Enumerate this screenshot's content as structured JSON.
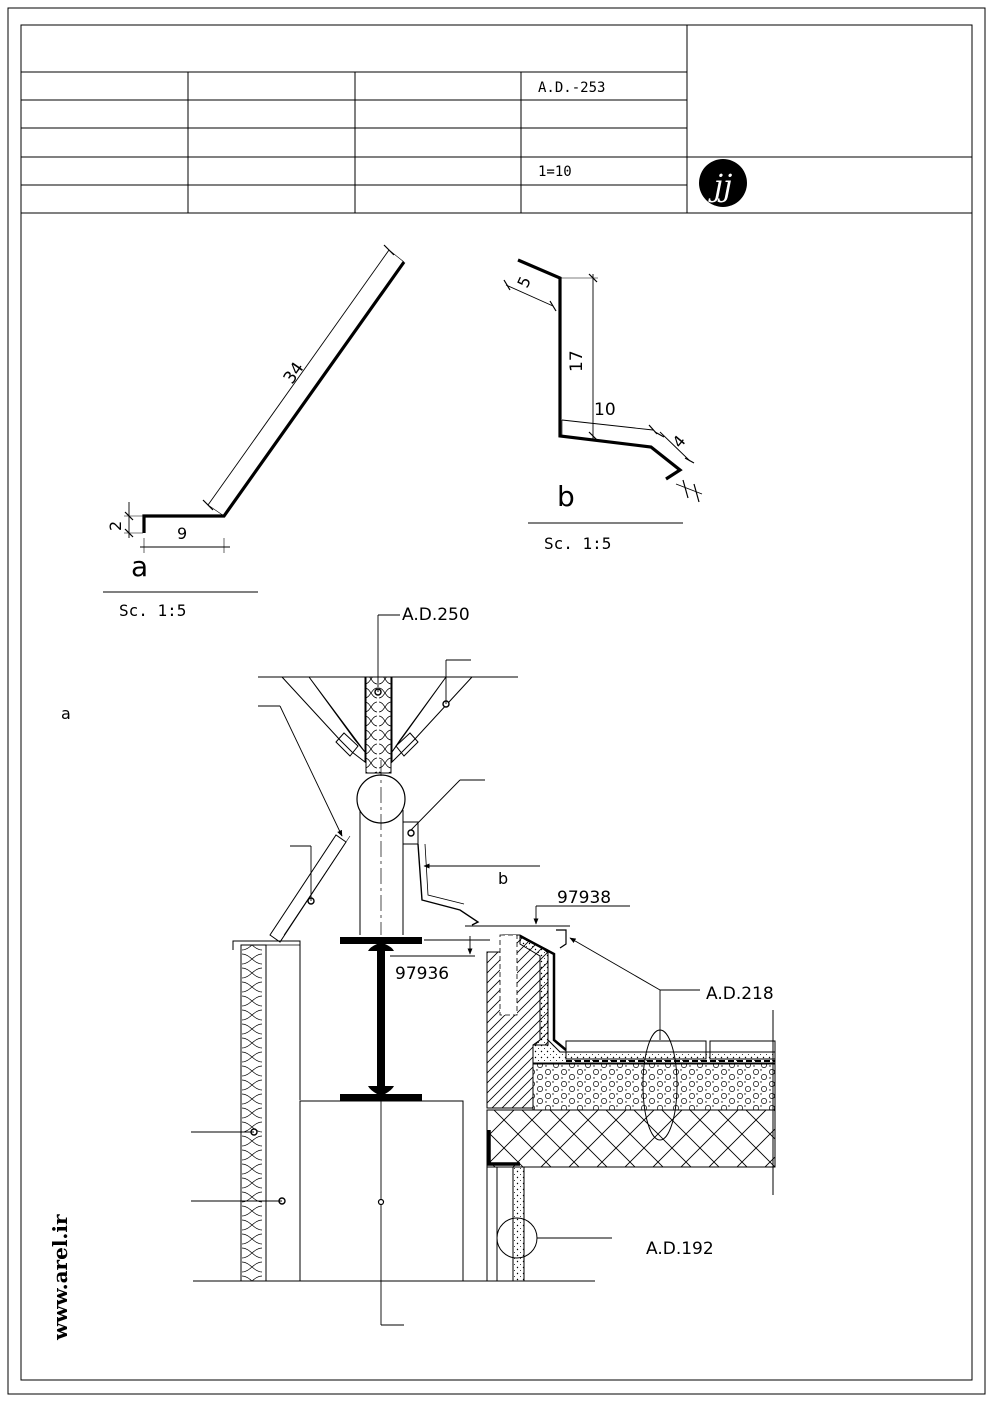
{
  "title_block": {
    "drawing_no": "A.D.-253",
    "scale": "1=10",
    "logo_text": "jj"
  },
  "detail_a": {
    "label": "a",
    "scale": "Sc.  1:5",
    "dims": {
      "height": "2",
      "base": "9",
      "slope": "34"
    }
  },
  "detail_b": {
    "label": "b",
    "scale": "Sc.  1:5",
    "dims": {
      "top": "5",
      "vertical": "17",
      "bottom": "10",
      "end": "4"
    }
  },
  "section": {
    "label_a": "a",
    "label_b": "b",
    "ref_250": "A.D.250",
    "ref_218": "A.D.218",
    "ref_192": "A.D.192",
    "level_top": "97938",
    "level_bottom": "97936"
  },
  "watermark": "www.arel.ir"
}
